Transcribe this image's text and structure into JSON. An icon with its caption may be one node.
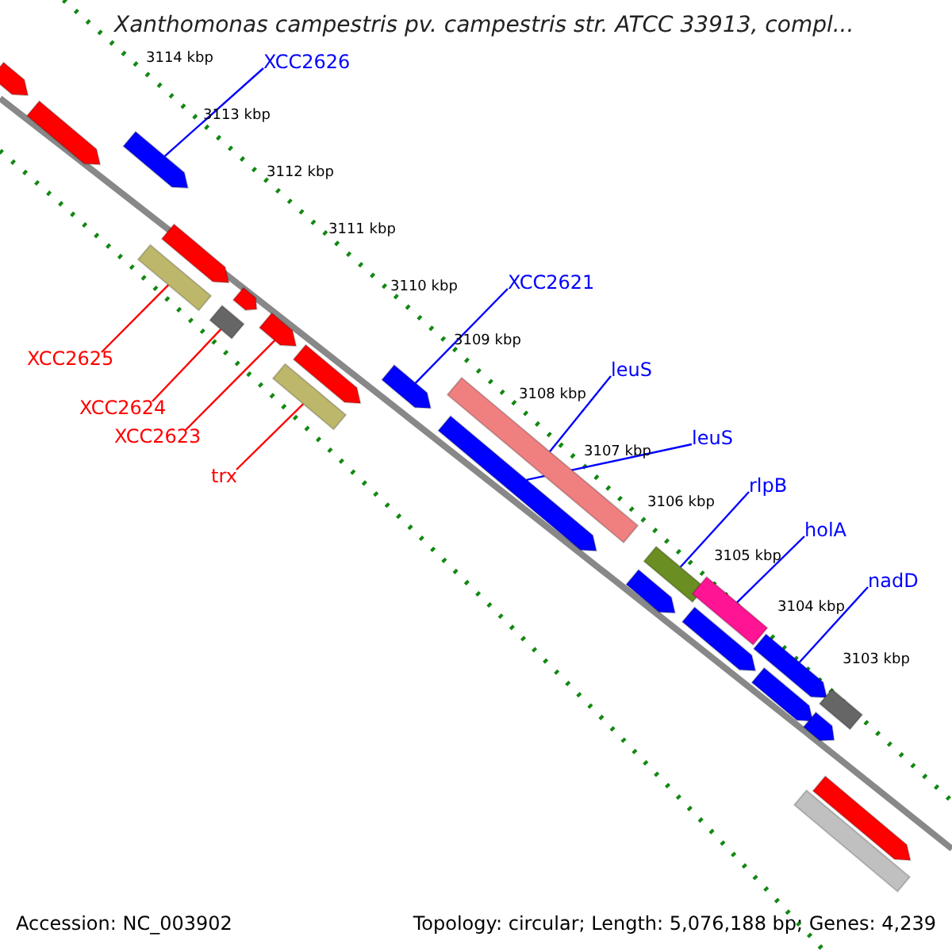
{
  "diagram": {
    "title": "Xanthomonas campestris pv. campestris str. ATCC 33913, compl...",
    "nodes": [
      {
        "text": [
          "XCC2626"
        ]
      },
      {
        "text": [
          "XCC2621"
        ]
      },
      {
        "text": [
          "leuS"
        ]
      },
      {
        "text": [
          "leuS"
        ]
      },
      {
        "text": [
          "rlpB"
        ]
      },
      {
        "text": [
          "holA"
        ]
      },
      {
        "text": [
          "nadD"
        ]
      },
      {
        "text": [
          "XCC2625"
        ]
      },
      {
        "text": [
          "XCC2624"
        ]
      },
      {
        "text": [
          "XCC2623"
        ]
      },
      {
        "text": [
          "trx"
        ]
      },
      {
        "text": [],
        "shape": "bar"
      },
      {
        "text": [],
        "shape": "bar"
      },
      {
        "text": [],
        "shape": "bar"
      },
      {
        "text": [],
        "shape": "bar"
      },
      {
        "text": [],
        "shape": "bar"
      },
      {
        "text": [],
        "shape": "bar"
      },
      {
        "text": [],
        "shape": "bar"
      },
      {
        "text": [],
        "shape": "bar"
      },
      {
        "text": [],
        "shape": "bar"
      },
      {
        "text": [],
        "shape": "bar"
      },
      {
        "text": [],
        "shape": "bar"
      },
      {
        "text": [],
        "shape": "bar"
      },
      {
        "text": [],
        "shape": "bar"
      },
      {
        "text": [],
        "shape": "bar"
      },
      {
        "text": [],
        "shape": "bar"
      },
      {
        "text": [],
        "shape": "bar"
      },
      {
        "text": [],
        "shape": "bar"
      },
      {
        "text": [],
        "shape": "bar"
      },
      {
        "text": [],
        "shape": "bar"
      },
      {
        "text": [],
        "shape": "box"
      },
      {
        "text": [],
        "shape": "bar"
      },
      {
        "text": [],
        "shape": "bar"
      },
      {
        "text": [],
        "shape": "box"
      }
    ],
    "edges": [
      {
        "from": 0,
        "to": 11,
        "arrow": "none"
      },
      {
        "from": 1,
        "to": 12,
        "arrow": "none"
      },
      {
        "from": 2,
        "to": 13,
        "arrow": "none"
      },
      {
        "from": 3,
        "to": 14,
        "arrow": "none"
      },
      {
        "from": 4,
        "to": 15,
        "arrow": "none"
      },
      {
        "from": 5,
        "to": 16,
        "arrow": "none"
      },
      {
        "from": 6,
        "to": 17,
        "arrow": "none"
      },
      {
        "from": 7,
        "to": 18,
        "arrow": "none",
        "color": "#ff0000"
      },
      {
        "from": 8,
        "to": 19,
        "arrow": "none",
        "color": "#ff0000"
      },
      {
        "from": 9,
        "to": 20,
        "arrow": "none",
        "color": "#ff0000"
      },
      {
        "from": 10,
        "to": 21,
        "arrow": "none",
        "color": "#ff0000"
      }
    ],
    "labels": [
      "3114 kbp",
      "3113 kbp",
      "3112 kbp",
      "3111 kbp",
      "3110 kbp",
      "3109 kbp",
      "3108 kbp",
      "3107 kbp",
      "3106 kbp",
      "3105 kbp",
      "3104 kbp",
      "3103 kbp",
      "Accession: NC_003902",
      "Topology: circular; Length: 5,076,188 bp; Genes: 4,239"
    ]
  }
}
